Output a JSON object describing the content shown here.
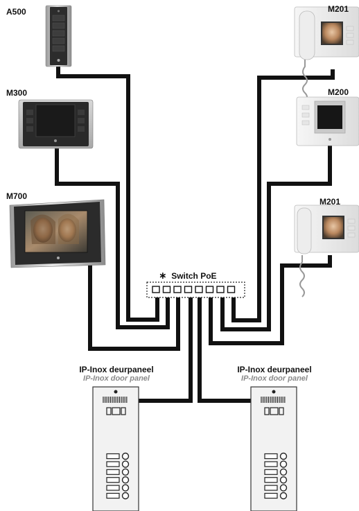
{
  "devices": {
    "a500": {
      "label": "A500"
    },
    "m300": {
      "label": "M300"
    },
    "m700": {
      "label": "M700"
    },
    "m201_top": {
      "label": "M201"
    },
    "m200": {
      "label": "M200"
    },
    "m201_bottom": {
      "label": "M201"
    }
  },
  "switch": {
    "symbol": "∗",
    "label": "Switch PoE",
    "port_count": 8
  },
  "door_panels": [
    {
      "title": "IP-Inox deurpaneel",
      "subtitle": "IP-Inox door panel",
      "button_count": 6
    },
    {
      "title": "IP-Inox deurpaneel",
      "subtitle": "IP-Inox door panel",
      "button_count": 6
    }
  ],
  "colors": {
    "cable": "#111111",
    "switch_body": "#ffffff",
    "panel": "#f2f2f2",
    "screen": "#1c1c1c"
  }
}
